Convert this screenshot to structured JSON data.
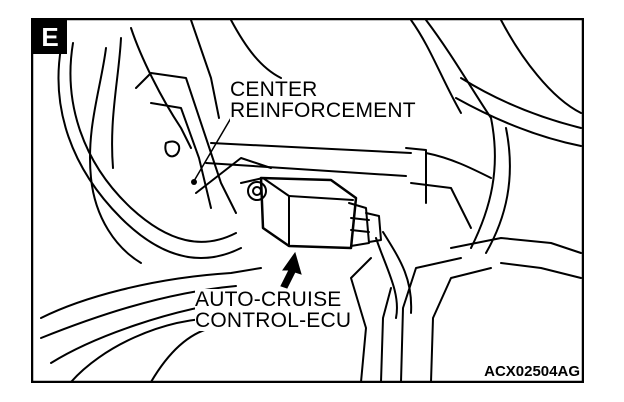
{
  "view_letter": "E",
  "callouts": {
    "center_reinforcement": [
      "CENTER",
      "REINFORCEMENT"
    ],
    "auto_cruise_ecu": [
      "AUTO-CRUISE",
      "CONTROL-ECU"
    ]
  },
  "figure_code": "ACX02504AG"
}
